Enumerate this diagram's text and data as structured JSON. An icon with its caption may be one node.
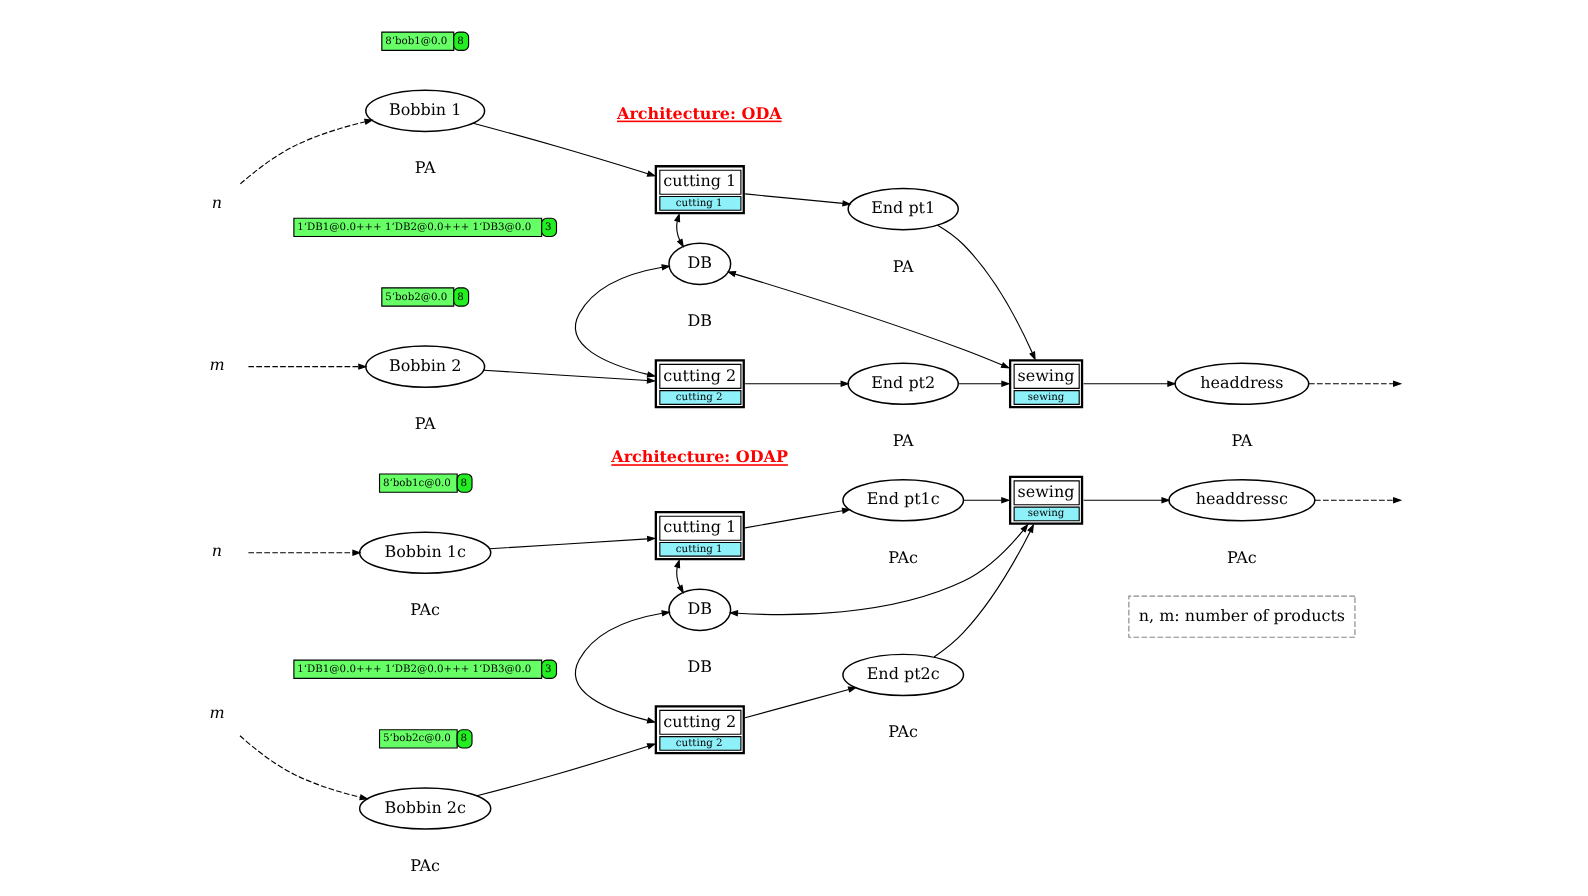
{
  "diagram": {
    "nodes": [
      {
        "text": [
          "n"
        ]
      },
      {
        "text": [
          "Bobbin 1"
        ],
        "beside": [
          "8‘bob1@0.0",
          "8",
          "PA"
        ]
      },
      {
        "text": [
          "cutting 1",
          "cutting 1"
        ]
      },
      {
        "text": [
          "End pt1"
        ],
        "beside": [
          "PA"
        ]
      },
      {
        "text": [
          "DB"
        ],
        "beside": [
          "1‘DB1@0.0+++ 1‘DB2@0.0+++ 1‘DB3@0.0",
          "3",
          "DB"
        ]
      },
      {
        "text": [
          "sewing",
          "sewing"
        ]
      },
      {
        "text": [
          "headdress"
        ],
        "beside": [
          "PA"
        ]
      },
      {
        "text": [
          "m"
        ]
      },
      {
        "text": [
          "Bobbin 2"
        ],
        "beside": [
          "5‘bob2@0.0",
          "8",
          "PA"
        ]
      },
      {
        "text": [
          "cutting 2",
          "cutting 2"
        ]
      },
      {
        "text": [
          "End pt2"
        ],
        "beside": [
          "PA"
        ]
      },
      {
        "text": [
          "n"
        ]
      },
      {
        "text": [
          "Bobbin 1c"
        ],
        "beside": [
          "8‘bob1c@0.0",
          "8",
          "PAc"
        ]
      },
      {
        "text": [
          "cutting 1",
          "cutting 1"
        ]
      },
      {
        "text": [
          "End pt1c"
        ],
        "beside": [
          "PAc"
        ]
      },
      {
        "text": [
          "DB"
        ],
        "beside": [
          "1‘DB1@0.0+++ 1‘DB2@0.0+++ 1‘DB3@0.0",
          "3",
          "DB"
        ]
      },
      {
        "text": [
          "sewing",
          "sewing"
        ]
      },
      {
        "text": [
          "headdressc"
        ],
        "beside": [
          "PAc"
        ]
      },
      {
        "text": [
          "m"
        ]
      },
      {
        "text": [
          "Bobbin 2c"
        ],
        "beside": [
          "5‘bob2c@0.0",
          "8",
          "PAc"
        ]
      },
      {
        "text": [
          "cutting 2",
          "cutting 2"
        ]
      },
      {
        "text": [
          "End pt2c"
        ],
        "beside": [
          "PAc"
        ]
      }
    ],
    "edges": [
      {
        "from": 0,
        "to": 1,
        "arrow": "to",
        "style": "dashed"
      },
      {
        "from": 1,
        "to": 2,
        "arrow": "to"
      },
      {
        "from": 2,
        "to": 3,
        "arrow": "to"
      },
      {
        "from": 3,
        "to": 5,
        "arrow": "to"
      },
      {
        "from": 2,
        "to": 4,
        "arrow": "both"
      },
      {
        "from": 4,
        "to": 5,
        "arrow": "both"
      },
      {
        "from": 5,
        "to": 6,
        "arrow": "to"
      },
      {
        "from": 6,
        "to": null,
        "arrow": "to",
        "style": "dashed"
      },
      {
        "from": 7,
        "to": 8,
        "arrow": "to",
        "style": "dashed"
      },
      {
        "from": 8,
        "to": 9,
        "arrow": "to"
      },
      {
        "from": 9,
        "to": 10,
        "arrow": "to"
      },
      {
        "from": 10,
        "to": 5,
        "arrow": "to"
      },
      {
        "from": 4,
        "to": 9,
        "arrow": "both"
      },
      {
        "from": 11,
        "to": 12,
        "arrow": "to",
        "style": "dashed"
      },
      {
        "from": 12,
        "to": 13,
        "arrow": "to"
      },
      {
        "from": 13,
        "to": 14,
        "arrow": "to"
      },
      {
        "from": 14,
        "to": 16,
        "arrow": "to"
      },
      {
        "from": 13,
        "to": 15,
        "arrow": "both"
      },
      {
        "from": 15,
        "to": 16,
        "arrow": "both"
      },
      {
        "from": 16,
        "to": 17,
        "arrow": "to"
      },
      {
        "from": 17,
        "to": null,
        "arrow": "to",
        "style": "dashed"
      },
      {
        "from": 18,
        "to": 19,
        "arrow": "to",
        "style": "dashed"
      },
      {
        "from": 19,
        "to": 20,
        "arrow": "to"
      },
      {
        "from": 20,
        "to": 21,
        "arrow": "to"
      },
      {
        "from": 21,
        "to": 16,
        "arrow": "to"
      },
      {
        "from": 15,
        "to": 20,
        "arrow": "both"
      }
    ],
    "labels": [
      "Architecture: ODA",
      "Architecture: ODAP",
      "n, m: number of products"
    ]
  }
}
